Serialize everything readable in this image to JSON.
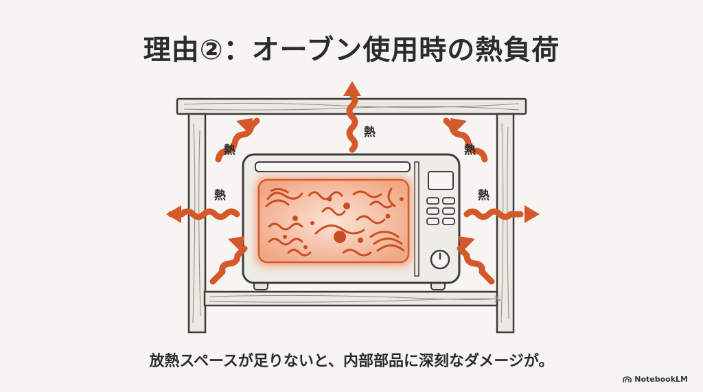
{
  "title": "理由②：オーブン使用時の熱負荷",
  "heat_label": "熱",
  "caption": "放熱スペースが足りないと、内部部品に深刻なダメージが。",
  "brand": "NotebookLM",
  "colors": {
    "heat": "#d4592a",
    "glow": "#f4b89c",
    "wood_fill": "#ece9e1",
    "line": "#3a3a3a",
    "background": "#f6f5f2"
  },
  "icons": [
    "heat-arrow-icon",
    "microwave-oven-icon",
    "notebooklm-logo-icon"
  ]
}
